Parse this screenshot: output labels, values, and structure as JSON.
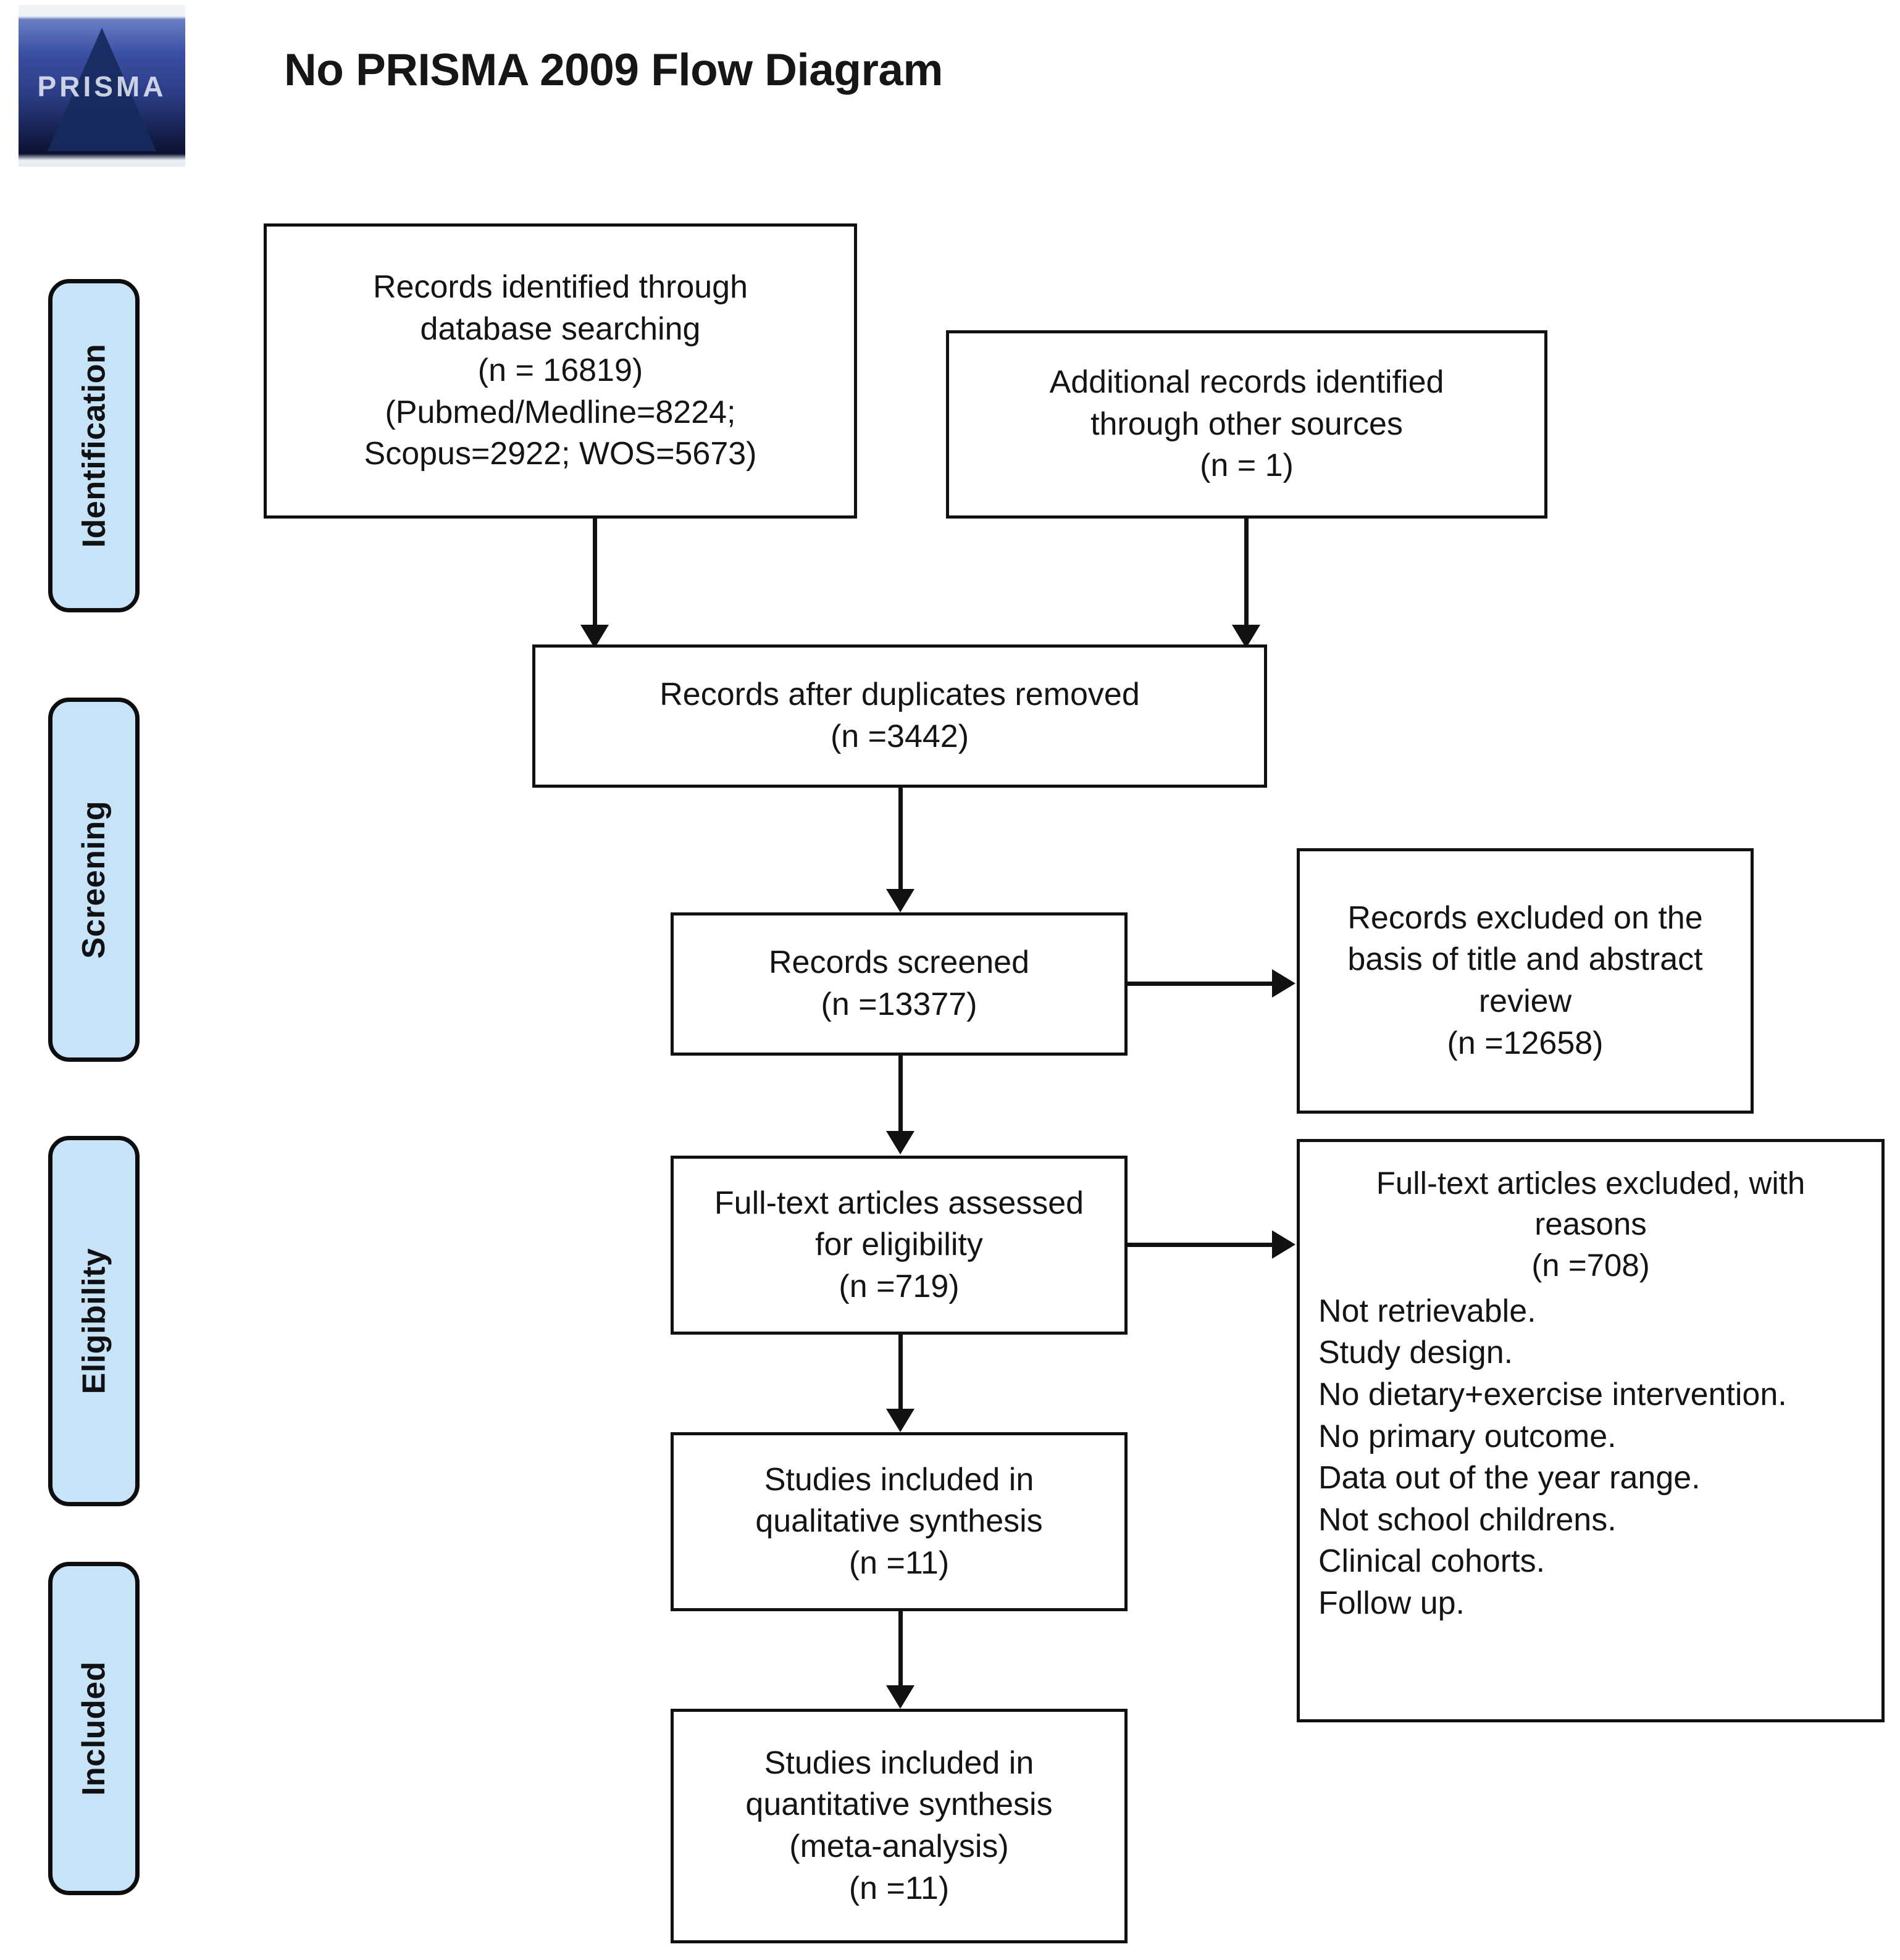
{
  "header": {
    "title": "No PRISMA 2009 Flow Diagram",
    "logo_word": "PRISMA",
    "logo_name": "prisma-logo"
  },
  "stages": [
    {
      "label": "Identification"
    },
    {
      "label": "Screening"
    },
    {
      "label": "Eligibility"
    },
    {
      "label": "Included"
    }
  ],
  "chart_data": {
    "type": "diagram",
    "title": "No PRISMA 2009 Flow Diagram",
    "nodes": [
      {
        "id": "identified-database",
        "stage": "Identification",
        "lines": [
          "Records identified through",
          "database searching",
          "(n = 16819)",
          "(Pubmed/Medline=8224;",
          "Scopus=2922; WOS=5673)"
        ],
        "n": 16819,
        "breakdown": {
          "Pubmed/Medline": 8224,
          "Scopus": 2922,
          "WOS": 5673
        }
      },
      {
        "id": "identified-other",
        "stage": "Identification",
        "lines": [
          "Additional records identified",
          "through other sources",
          "(n = 1)"
        ],
        "n": 1
      },
      {
        "id": "duplicates-removed",
        "stage": "Screening",
        "lines": [
          "Records after duplicates removed",
          "(n =3442)"
        ],
        "n": 3442
      },
      {
        "id": "records-screened",
        "stage": "Screening",
        "lines": [
          "Records screened",
          "(n =13377)"
        ],
        "n": 13377
      },
      {
        "id": "records-excluded",
        "stage": "Screening",
        "lines": [
          "Records excluded on the",
          "basis of title and abstract",
          "review",
          "(n =12658)"
        ],
        "n": 12658
      },
      {
        "id": "fulltext-assessed",
        "stage": "Eligibility",
        "lines": [
          "Full-text articles assessed",
          "for eligibility",
          "(n =719)"
        ],
        "n": 719
      },
      {
        "id": "fulltext-excluded",
        "stage": "Eligibility",
        "lines": [
          "Full-text articles excluded, with",
          "reasons",
          "(n =708)"
        ],
        "n": 708,
        "reasons": [
          "Not retrievable.",
          "Study design.",
          "No dietary+exercise intervention.",
          "No primary outcome.",
          "Data out of the year range.",
          "Not school childrens.",
          "Clinical cohorts.",
          "Follow up."
        ]
      },
      {
        "id": "qualitative-synthesis",
        "stage": "Included",
        "lines": [
          "Studies included in",
          "qualitative synthesis",
          "(n =11)"
        ],
        "n": 11
      },
      {
        "id": "quantitative-synthesis",
        "stage": "Included",
        "lines": [
          "Studies included in",
          "quantitative synthesis",
          "(meta-analysis)",
          "(n =11)"
        ],
        "n": 11
      }
    ],
    "edges": [
      {
        "from": "identified-database",
        "to": "duplicates-removed"
      },
      {
        "from": "identified-other",
        "to": "duplicates-removed"
      },
      {
        "from": "duplicates-removed",
        "to": "records-screened"
      },
      {
        "from": "records-screened",
        "to": "records-excluded"
      },
      {
        "from": "records-screened",
        "to": "fulltext-assessed"
      },
      {
        "from": "fulltext-assessed",
        "to": "fulltext-excluded"
      },
      {
        "from": "fulltext-assessed",
        "to": "qualitative-synthesis"
      },
      {
        "from": "qualitative-synthesis",
        "to": "quantitative-synthesis"
      }
    ]
  },
  "boxes": {
    "identified_database": {
      "l1": "Records identified through",
      "l2": "database searching",
      "l3": "(n = 16819)",
      "l4": "(Pubmed/Medline=8224;",
      "l5": "Scopus=2922; WOS=5673)"
    },
    "identified_other": {
      "l1": "Additional records identified",
      "l2": "through other sources",
      "l3": "(n = 1)"
    },
    "duplicates_removed": {
      "l1": "Records after duplicates removed",
      "l2": "(n =3442)"
    },
    "records_screened": {
      "l1": "Records screened",
      "l2": "(n =13377)"
    },
    "records_excluded": {
      "l1": "Records excluded on the",
      "l2": "basis of title and abstract",
      "l3": "review",
      "l4": "(n =12658)"
    },
    "fulltext_assessed": {
      "l1": "Full-text articles assessed",
      "l2": "for eligibility",
      "l3": "(n =719)"
    },
    "fulltext_excluded": {
      "l1": "Full-text articles excluded, with",
      "l2": "reasons",
      "l3": "(n =708)",
      "r1": "Not retrievable.",
      "r2": "Study design.",
      "r3": "No dietary+exercise intervention.",
      "r4": "No primary outcome.",
      "r5": "Data out of the year range.",
      "r6": "Not school childrens.",
      "r7": "Clinical cohorts.",
      "r8": "Follow up."
    },
    "qualitative": {
      "l1": "Studies included in",
      "l2": "qualitative synthesis",
      "l3": "(n =11)"
    },
    "quantitative": {
      "l1": "Studies included in",
      "l2": "quantitative synthesis",
      "l3": "(meta-analysis)",
      "l4": "(n =11)"
    }
  },
  "colors": {
    "stage_tab_fill": "#c6e3f7",
    "line": "#111111",
    "box_fill": "#ffffff",
    "text": "#141414"
  }
}
